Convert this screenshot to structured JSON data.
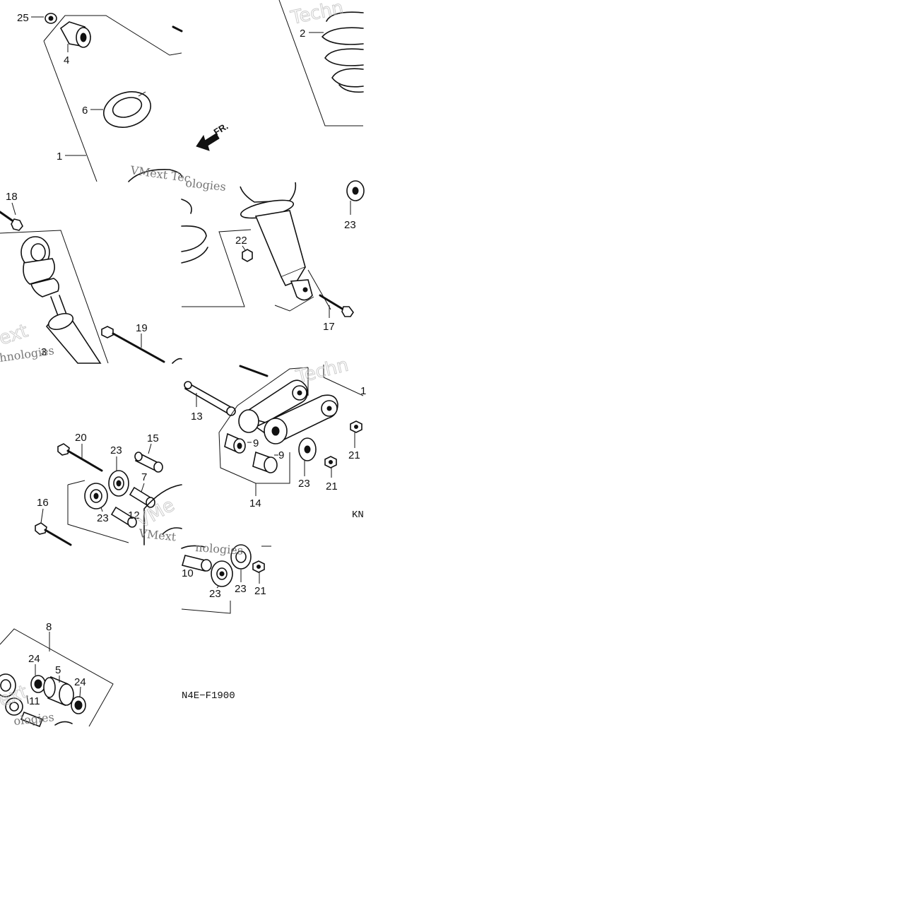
{
  "callouts": {
    "c25": "25",
    "c4": "4",
    "c6": "6",
    "c1": "1",
    "c2": "2",
    "c18": "18",
    "c22": "22",
    "c23a": "23",
    "c17": "17",
    "c19": "19",
    "c3": "3",
    "c13": "13",
    "c9a": "9",
    "c9b": "9",
    "c21a": "21",
    "c21b": "21",
    "c23b": "23",
    "c14": "14",
    "c20": "20",
    "c15": "15",
    "c23c": "23",
    "c7": "7",
    "c16": "16",
    "c23d": "23",
    "c12": "12",
    "c10": "10",
    "c23e": "23",
    "c23f": "23",
    "c21c": "21",
    "c8": "8",
    "c24a": "24",
    "c5": "5",
    "c24b": "24",
    "c11": "11",
    "c1b": "1"
  },
  "direction_label": "FR.",
  "diagram_code": "N4E−F1900",
  "code_fragment": "KN",
  "watermarks": {
    "w1": "Techn",
    "w2": "VMext Tec",
    "w3": "ologies",
    "w4": "ext",
    "w5": "hnologies",
    "w6": "Techn",
    "w7": "VMext",
    "w8": "ext",
    "w9": "ologies",
    "w10": "nologies",
    "w11": "VMe"
  },
  "colors": {
    "ink": "#111111",
    "background": "#ffffff",
    "watermark": "#bcbcbc"
  }
}
